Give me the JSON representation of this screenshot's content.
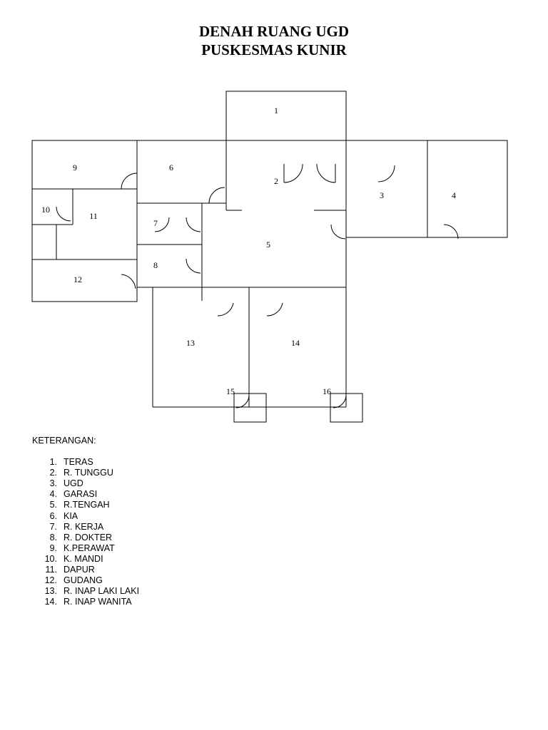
{
  "title_line1": "DENAH RUANG UGD",
  "title_line2": "PUSKESMAS KUNIR",
  "rooms": {
    "r1": "1",
    "r2": "2",
    "r3": "3",
    "r4": "4",
    "r5": "5",
    "r6": "6",
    "r7": "7",
    "r8": "8",
    "r9": "9",
    "r10": "10",
    "r11": "11",
    "r12": "12",
    "r13": "13",
    "r14": "14",
    "r15": "15",
    "r16": "16"
  },
  "legend": {
    "heading": "KETERANGAN:",
    "items": [
      {
        "num": "1.",
        "label": "TERAS"
      },
      {
        "num": "2.",
        "label": "R. TUNGGU"
      },
      {
        "num": "3.",
        "label": "UGD"
      },
      {
        "num": "4.",
        "label": "GARASI"
      },
      {
        "num": "5.",
        "label": "R.TENGAH"
      },
      {
        "num": "6.",
        "label": "KIA"
      },
      {
        "num": "7.",
        "label": "R. KERJA"
      },
      {
        "num": "8.",
        "label": "R. DOKTER"
      },
      {
        "num": "9.",
        "label": "K.PERAWAT"
      },
      {
        "num": "10.",
        "label": "K.  MANDI"
      },
      {
        "num": "11.",
        "label": "DAPUR"
      },
      {
        "num": "12.",
        "label": "GUDANG"
      },
      {
        "num": "13.",
        "label": "R. INAP LAKI LAKI"
      },
      {
        "num": "14.",
        "label": "R. INAP WANITA"
      }
    ]
  }
}
